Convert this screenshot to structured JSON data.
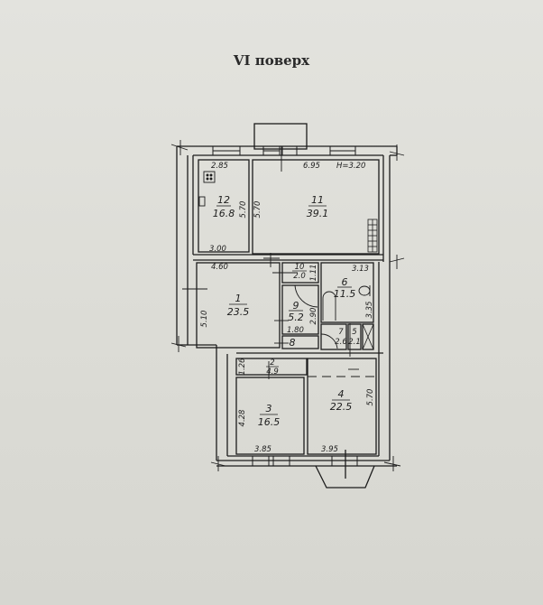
{
  "title": "VI поверх",
  "ceiling_height": "H=3.20",
  "rooms": [
    {
      "number": "1",
      "area": "23.5"
    },
    {
      "number": "2",
      "area": "4.9"
    },
    {
      "number": "3",
      "area": "16.5"
    },
    {
      "number": "4",
      "area": "22.5"
    },
    {
      "number": "5",
      "area": "2.1"
    },
    {
      "number": "6",
      "area": "11.5"
    },
    {
      "number": "7",
      "area": "2.6"
    },
    {
      "number": "8",
      "area": ""
    },
    {
      "number": "9",
      "area": "5.2"
    },
    {
      "number": "10",
      "area": "2.0"
    },
    {
      "number": "11",
      "area": "39.1"
    },
    {
      "number": "12",
      "area": "16.8"
    }
  ],
  "dimensions": {
    "r12_top": "2.85",
    "r12_side": "5.70",
    "r12_bottom": "3.00",
    "r11_top": "6.95",
    "r11_side": "5.70",
    "r1_top": "4.60",
    "r1_side": "5.10",
    "r10_side": "1.11",
    "r9_side": "2.90",
    "r9_bottom": "1.80",
    "r6_top": "3.13",
    "r6_side": "3.35",
    "r2_side": "1.26",
    "r3_side": "4.28",
    "r3_bottom": "3.85",
    "r4_side": "5.70",
    "r4_bottom": "3.95"
  }
}
